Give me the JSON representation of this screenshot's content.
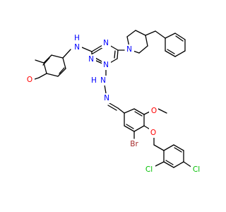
{
  "molecule": {
    "atom_labels": [
      {
        "id": "n-amine",
        "text": "N"
      },
      {
        "id": "h-amine",
        "text": "H"
      },
      {
        "id": "n-triazine-top",
        "text": "N"
      },
      {
        "id": "n-triazine-left",
        "text": "N"
      },
      {
        "id": "n-triazine-right",
        "text": "N"
      },
      {
        "id": "n-piperidine",
        "text": "N"
      },
      {
        "id": "h-hydrazone",
        "text": "H"
      },
      {
        "id": "n-hydrazone-1",
        "text": "N"
      },
      {
        "id": "n-hydrazone-2",
        "text": "N"
      },
      {
        "id": "o-anisole",
        "text": "O"
      },
      {
        "id": "o-methoxy",
        "text": "O"
      },
      {
        "id": "o-ether",
        "text": "O"
      },
      {
        "id": "br",
        "text": "Br"
      },
      {
        "id": "cl-1",
        "text": "Cl"
      },
      {
        "id": "cl-2",
        "text": "Cl"
      }
    ],
    "colors": {
      "carbon": "#000000",
      "nitrogen": "#0000ff",
      "oxygen": "#ff0000",
      "bromine": "#a52a2a",
      "chlorine": "#00c000"
    }
  }
}
